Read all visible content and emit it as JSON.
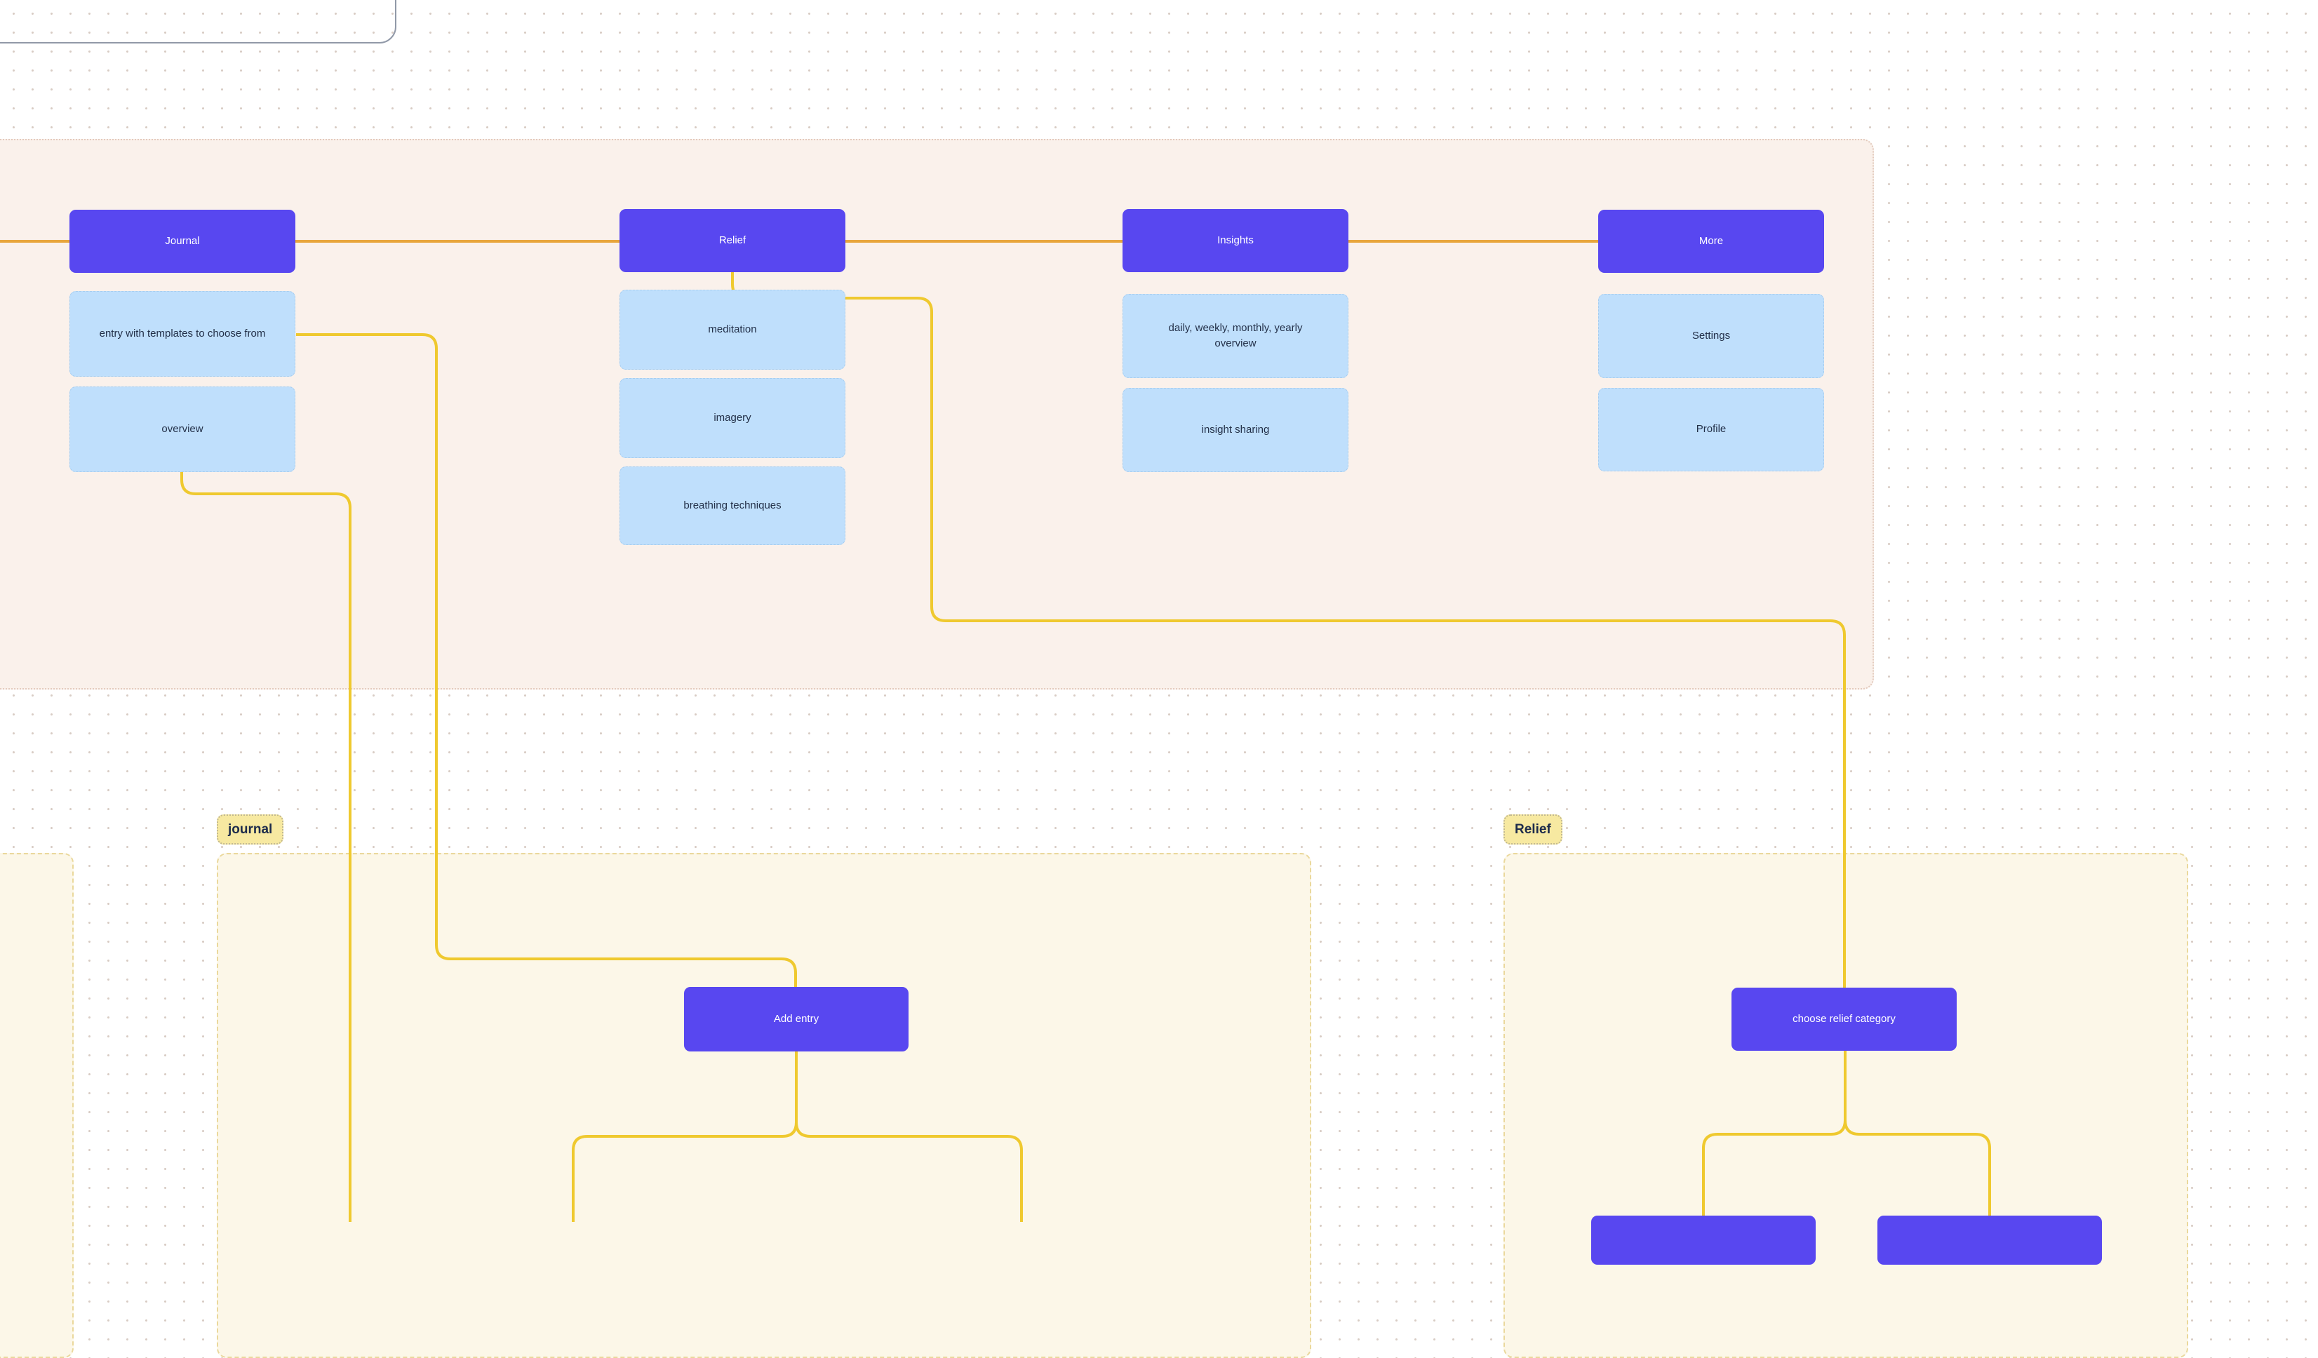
{
  "app": {
    "type": "whiteboard-sitemap-diagram"
  },
  "colors": {
    "node_primary_purple": "#5847F0",
    "node_secondary_blue": "#BFDFFC",
    "connector_yellow": "#EFC92F",
    "trunk_amber": "#E8A63C",
    "panel_pink": "#FAF1EB",
    "section_cream": "#FCF7E8",
    "tag_bg": "#F7E9A1",
    "tag_text": "#1D2B4B",
    "node_text_dark": "#233049",
    "canvas_dot": "#D8CCC4",
    "frame_border_gray": "#9199A8"
  },
  "sitemap": {
    "columns": [
      {
        "label": "Journal",
        "children": [
          "entry with templates to choose from",
          "overview"
        ]
      },
      {
        "label": "Relief",
        "children": [
          "meditation",
          "imagery",
          "breathing techniques"
        ]
      },
      {
        "label": "Insights",
        "children": [
          "daily, weekly, monthly, yearly overview",
          "insight sharing"
        ]
      },
      {
        "label": "More",
        "children": [
          "Settings",
          "Profile"
        ]
      }
    ]
  },
  "flow_sections": [
    {
      "tag": "journal",
      "action": "Add entry"
    },
    {
      "tag": "Relief",
      "action": "choose relief category"
    }
  ]
}
